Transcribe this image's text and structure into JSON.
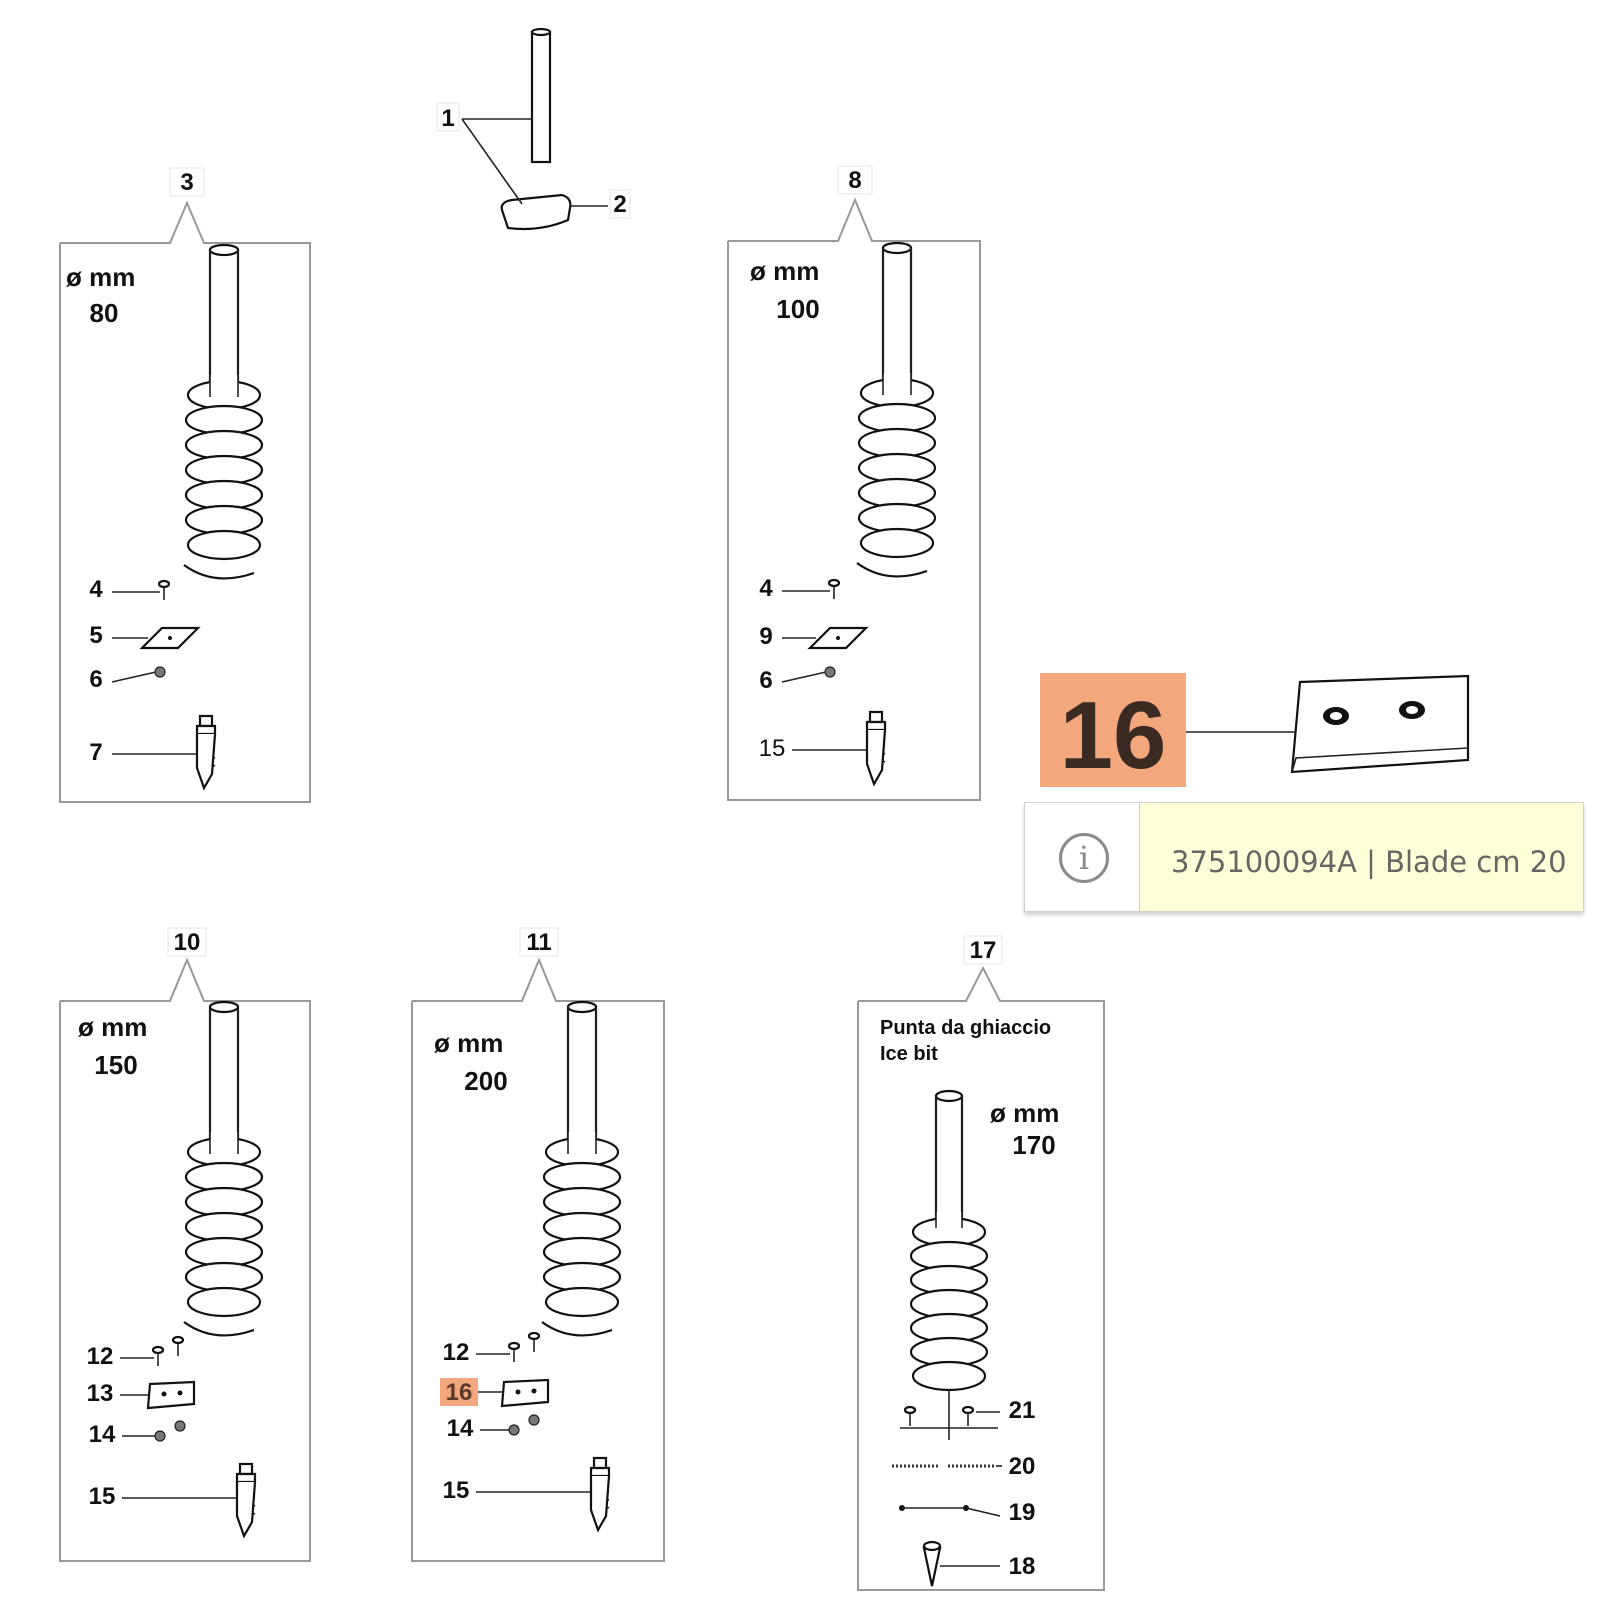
{
  "callouts": {
    "c1": "1",
    "c2": "2",
    "c3": "3",
    "c4a": "4",
    "c5": "5",
    "c6a": "6",
    "c7": "7",
    "c8": "8",
    "c4b": "4",
    "c9": "9",
    "c6b": "6",
    "c15a": "15",
    "c10": "10",
    "c12a": "12",
    "c13": "13",
    "c14a": "14",
    "c15b": "15",
    "c11": "11",
    "c12b": "12",
    "c16": "16",
    "c14b": "14",
    "c15c": "15",
    "c17": "17",
    "c21": "21",
    "c20": "20",
    "c19": "19",
    "c18": "18"
  },
  "diameters": {
    "sym": "ø mm",
    "d80": "80",
    "d100": "100",
    "d150": "150",
    "d200": "200",
    "d170": "170"
  },
  "ice_bit": {
    "line1": "Punta da ghiaccio",
    "line2": "Ice bit"
  },
  "highlight": {
    "number": "16",
    "color": "#f2a77d"
  },
  "tooltip": {
    "icon": "info-icon",
    "glyph": "i",
    "text": "375100094A | Blade cm 20"
  }
}
